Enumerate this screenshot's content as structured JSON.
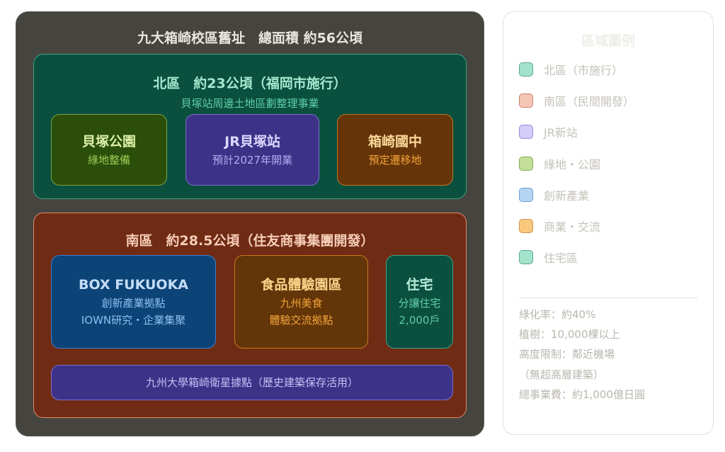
{
  "site": {
    "title": "九大箱崎校區舊址　總面積 約56公頃"
  },
  "north": {
    "title": "北區　約23公頃（福岡市施行）",
    "subtitle": "貝塚站周邊土地區劃整理事業",
    "blocks": [
      {
        "title": "貝塚公園",
        "sub": "綠地整備"
      },
      {
        "title": "JR貝塚站",
        "sub": "預計2027年開業"
      },
      {
        "title": "箱崎國中",
        "sub": "預定遷移地"
      }
    ]
  },
  "south": {
    "title": "南區　約28.5公頃（住友商事集團開發）",
    "blocks": [
      {
        "title": "BOX FUKUOKA",
        "sub1": "創新產業拠點",
        "sub2": "IOWN研究・企業集聚"
      },
      {
        "title": "食品體驗園區",
        "sub1": "九州美食",
        "sub2": "體驗交流拠點"
      },
      {
        "title": "住宅",
        "sub1": "分讓住宅",
        "sub2": "2,000戶"
      }
    ],
    "bar": "九州大學箱崎衛星據點（歷史建築保存活用）"
  },
  "legend": {
    "title": "區域圖例",
    "items": [
      {
        "label": "北區（市施行）",
        "color": "#a3e3cc",
        "border": "#5aa88a"
      },
      {
        "label": "南區（民間開發）",
        "color": "#f5c6b5",
        "border": "#c9806a"
      },
      {
        "label": "JR新站",
        "color": "#d4cdf8",
        "border": "#9a8ddb"
      },
      {
        "label": "綠地・公園",
        "color": "#c3de98",
        "border": "#86ac57"
      },
      {
        "label": "創新產業",
        "color": "#b6d5f3",
        "border": "#6f9fd0"
      },
      {
        "label": "商業・交流",
        "color": "#f9c87c",
        "border": "#cc9450"
      },
      {
        "label": "住宅區",
        "color": "#a3e3cc",
        "border": "#5aa88a"
      }
    ],
    "notes": [
      "綠化率：約40%",
      "植樹：10,000棵以上",
      "高度限制：鄰近機場",
      "（無超高層建築）",
      "總事業費：約1,000億日圓"
    ]
  }
}
